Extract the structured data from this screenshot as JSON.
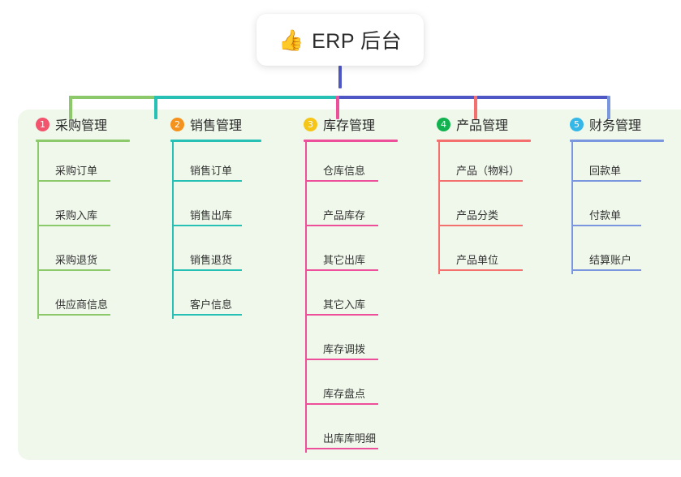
{
  "diagram": {
    "type": "org-tree",
    "root": {
      "icon": "thumbs-up-icon",
      "icon_glyph": "👍",
      "label": "ERP 后台"
    },
    "panel_color": "#eff8ea",
    "root_stem_color": "#4e57c4",
    "columns": [
      {
        "index": "1",
        "badge_color": "#f2546d",
        "line_color": "#8cc96a",
        "label": "采购管理",
        "items": [
          "采购订单",
          "采购入库",
          "采购退货",
          "供应商信息"
        ]
      },
      {
        "index": "2",
        "badge_color": "#f5921e",
        "line_color": "#26c1b4",
        "label": "销售管理",
        "items": [
          "销售订单",
          "销售出库",
          "销售退货",
          "客户信息"
        ]
      },
      {
        "index": "3",
        "badge_color": "#f5c518",
        "line_color": "#ed4f9b",
        "label": "库存管理",
        "items": [
          "仓库信息",
          "产品库存",
          "其它出库",
          "其它入库",
          "库存调拨",
          "库存盘点",
          "出库库明细"
        ]
      },
      {
        "index": "4",
        "badge_color": "#11b24f",
        "line_color": "#f4706f",
        "label": "产品管理",
        "items": [
          "产品（物料）",
          "产品分类",
          "产品单位"
        ]
      },
      {
        "index": "5",
        "badge_color": "#35b7e8",
        "line_color": "#7a96de",
        "label": "财务管理",
        "items": [
          "回款单",
          "付款单",
          "结算账户"
        ]
      }
    ]
  }
}
